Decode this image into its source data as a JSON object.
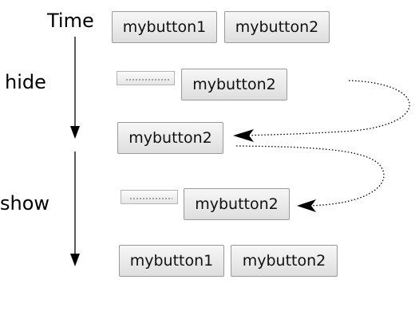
{
  "labels": {
    "time": "Time",
    "hide": "hide",
    "show": "show"
  },
  "rows": [
    {
      "buttons": [
        "mybutton1",
        "mybutton2"
      ]
    },
    {
      "buttons": [
        "mybutton2"
      ],
      "collapsed_placeholder": true
    },
    {
      "buttons": [
        "mybutton2"
      ]
    },
    {
      "buttons": [
        "mybutton2"
      ],
      "collapsed_placeholder": true
    },
    {
      "buttons": [
        "mybutton1",
        "mybutton2"
      ]
    }
  ]
}
